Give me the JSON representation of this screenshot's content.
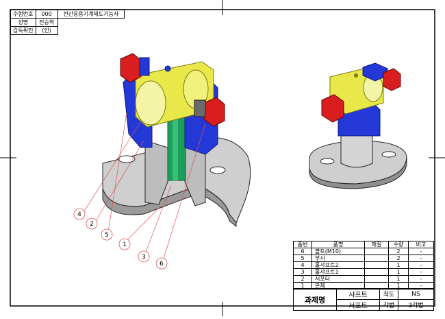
{
  "header": {
    "rows": [
      {
        "label": "수험번호",
        "value": "000",
        "extra": "전산응용기계제도기능사"
      },
      {
        "label": "성명",
        "value": "전승혁"
      },
      {
        "label": "감독확인",
        "value": "(인)"
      }
    ]
  },
  "balloons": [
    "4",
    "2",
    "5",
    "1",
    "3",
    "6"
  ],
  "parts_list": {
    "headers": [
      "품번",
      "품명",
      "재질",
      "수량",
      "비고"
    ],
    "rows": [
      {
        "no": "6",
        "name": "볼트(M10)",
        "material": "",
        "qty": "2",
        "note": "-"
      },
      {
        "no": "5",
        "name": "부시",
        "material": "",
        "qty": "2",
        "note": "-"
      },
      {
        "no": "4",
        "name": "홀샤프트2",
        "material": "",
        "qty": "1",
        "note": "-"
      },
      {
        "no": "3",
        "name": "홀샤프트1",
        "material": "",
        "qty": "1",
        "note": "-"
      },
      {
        "no": "2",
        "name": "서포터",
        "material": "",
        "qty": "1",
        "note": "-"
      },
      {
        "no": "1",
        "name": "본체",
        "material": "",
        "qty": "1",
        "note": "-"
      }
    ]
  },
  "title_block": {
    "project_label": "과제명",
    "name1": "샤프트",
    "name2": "서포트",
    "scale_label": "척도",
    "scale_value": "NS",
    "projection_label": "각법",
    "projection_value": "3각법"
  },
  "colors": {
    "red": "#d81e1e",
    "yellow": "#e8e84a",
    "blue": "#2438d8",
    "green": "#1e9e5a",
    "gray": "#cfcfcf"
  }
}
